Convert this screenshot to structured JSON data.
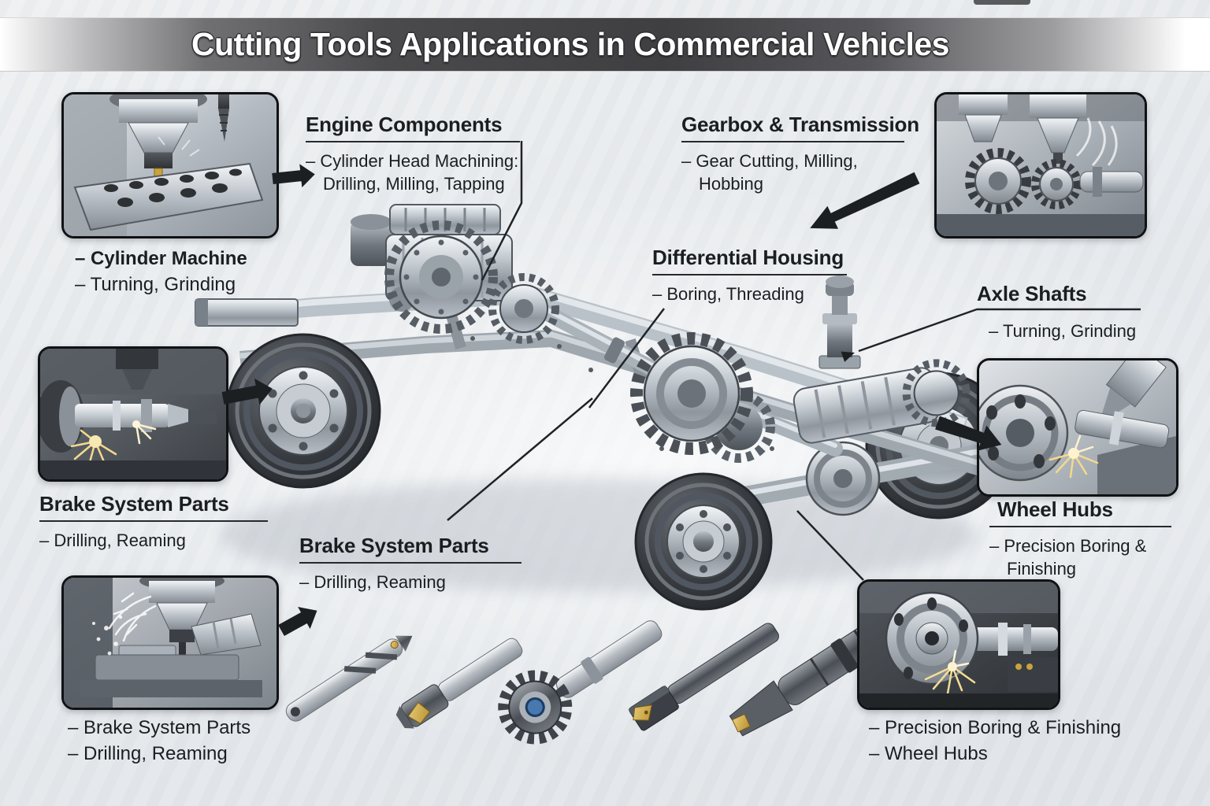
{
  "title": "Cutting Tools Applications in Commercial Vehicles",
  "sections": {
    "cylinder_machine": {
      "caption_bold": "– Cylinder Machine",
      "caption": "– Turning, Grinding"
    },
    "engine_components": {
      "heading": "Engine Components",
      "bullet1": "– Cylinder Head Machining:",
      "bullet2": "Drilling, Milling, Tapping"
    },
    "gearbox_transmission": {
      "heading": "Gearbox & Transmission",
      "bullet1": "– Gear Cutting, Milling,",
      "bullet2": "Hobbing"
    },
    "differential_housing": {
      "heading": "Differential Housing",
      "bullet1": "– Boring, Threading"
    },
    "axle_shafts": {
      "heading": "Axle Shafts",
      "bullet1": "– Turning, Grinding"
    },
    "brake_system_left": {
      "heading": "Brake System Parts",
      "bullet1": "– Drilling, Reaming"
    },
    "brake_system_center": {
      "heading": "Brake System Parts",
      "bullet1": "– Drilling, Reaming"
    },
    "wheel_hubs": {
      "heading": "Wheel Hubs",
      "bullet1": "– Precision Boring &",
      "bullet2": "Finishing"
    },
    "brake_system_bottom": {
      "caption1": "– Brake System Parts",
      "caption2": "– Drilling, Reaming"
    },
    "wheel_hubs_bottom": {
      "caption1": "– Precision Boring & Finishing",
      "caption2": "– Wheel Hubs"
    }
  },
  "insets": {
    "top_left": "cylinder-head-milling-photo",
    "top_right": "gear-hobbing-photo",
    "mid_left": "shaft-turning-sparks-photo",
    "mid_right": "wheel-hub-machining-photo",
    "bottom_left": "brake-part-milling-coolant-photo",
    "bottom_right": "hub-lathe-finishing-photo"
  },
  "colors": {
    "banner_dark": "#3f3f42",
    "text": "#1b1e21",
    "insert_gold": "#c9a43c",
    "cutter_blue": "#4878b0",
    "spark": "#f4d98c"
  }
}
